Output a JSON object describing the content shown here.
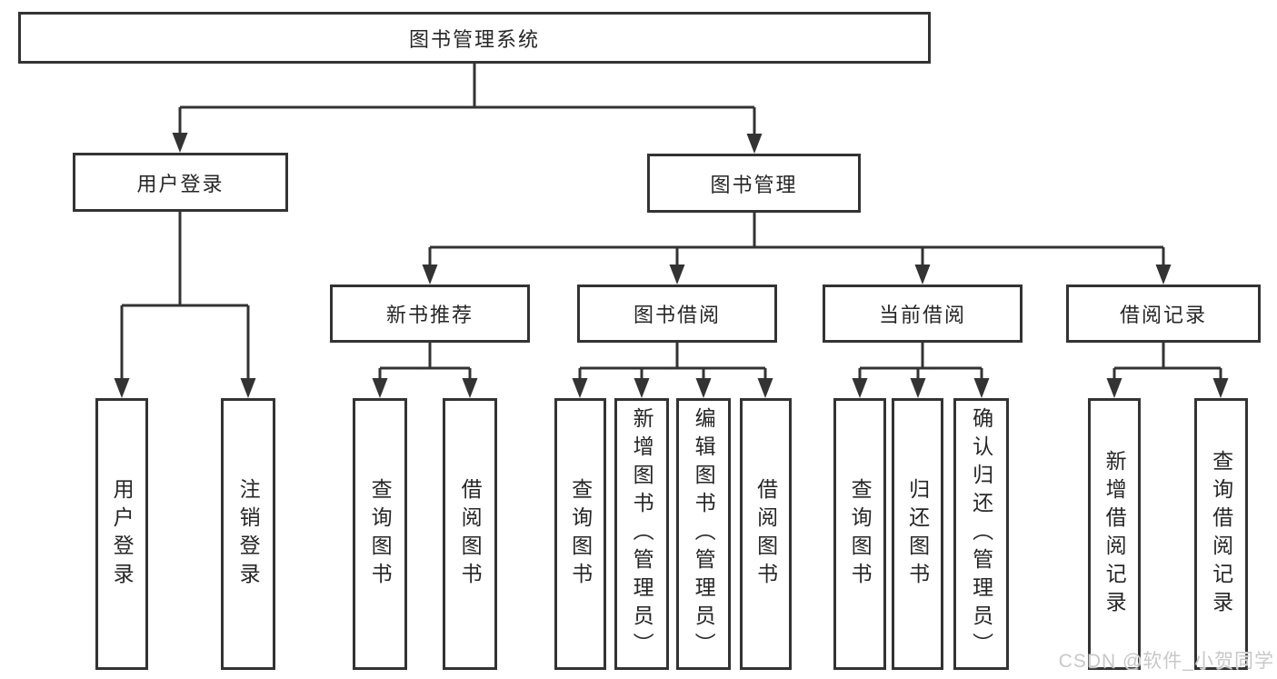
{
  "tree": {
    "root": {
      "label": "图书管理系统"
    },
    "children": [
      {
        "label": "用户登录",
        "children": [
          {
            "label": "用户登录"
          },
          {
            "label": "注销登录"
          }
        ]
      },
      {
        "label": "图书管理",
        "children": [
          {
            "label": "新书推荐",
            "children": [
              {
                "label": "查询图书"
              },
              {
                "label": "借阅图书"
              }
            ]
          },
          {
            "label": "图书借阅",
            "children": [
              {
                "label": "查询图书"
              },
              {
                "label": "新增图书（管理员）"
              },
              {
                "label": "编辑图书（管理员）"
              },
              {
                "label": "借阅图书"
              }
            ]
          },
          {
            "label": "当前借阅",
            "children": [
              {
                "label": "查询图书"
              },
              {
                "label": "归还图书"
              },
              {
                "label": "确认归还（管理员）"
              }
            ]
          },
          {
            "label": "借阅记录",
            "children": [
              {
                "label": "新增借阅记录"
              },
              {
                "label": "查询借阅记录"
              }
            ]
          }
        ]
      }
    ]
  },
  "watermark": {
    "text": "CSDN @软件_小贺同学"
  },
  "colors": {
    "line": "#333333",
    "text": "#262626",
    "box_background": "#ffffff",
    "watermark": "#c8c8c8",
    "background": "#ffffff"
  }
}
